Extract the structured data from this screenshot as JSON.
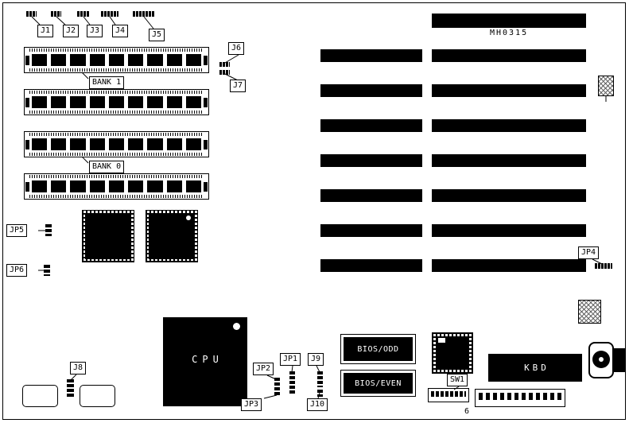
{
  "diagram": {
    "part_number": "MH0315",
    "page_number": "6",
    "labels": {
      "j1": "J1",
      "j2": "J2",
      "j3": "J3",
      "j4": "J4",
      "j5": "J5",
      "j6": "J6",
      "j7": "J7",
      "j8": "J8",
      "j9": "J9",
      "j10": "J10",
      "jp1": "JP1",
      "jp2": "JP2",
      "jp3": "JP3",
      "jp4": "JP4",
      "jp5": "JP5",
      "jp6": "JP6",
      "sw1": "SW1",
      "bank1": "BANK 1",
      "bank0": "BANK 0"
    },
    "chips": {
      "cpu": "CPU",
      "bios_odd": "BIOS/ODD",
      "bios_even": "BIOS/EVEN",
      "kbd": "KBD"
    },
    "colors": {
      "ink": "#000000",
      "paper": "#ffffff"
    }
  }
}
